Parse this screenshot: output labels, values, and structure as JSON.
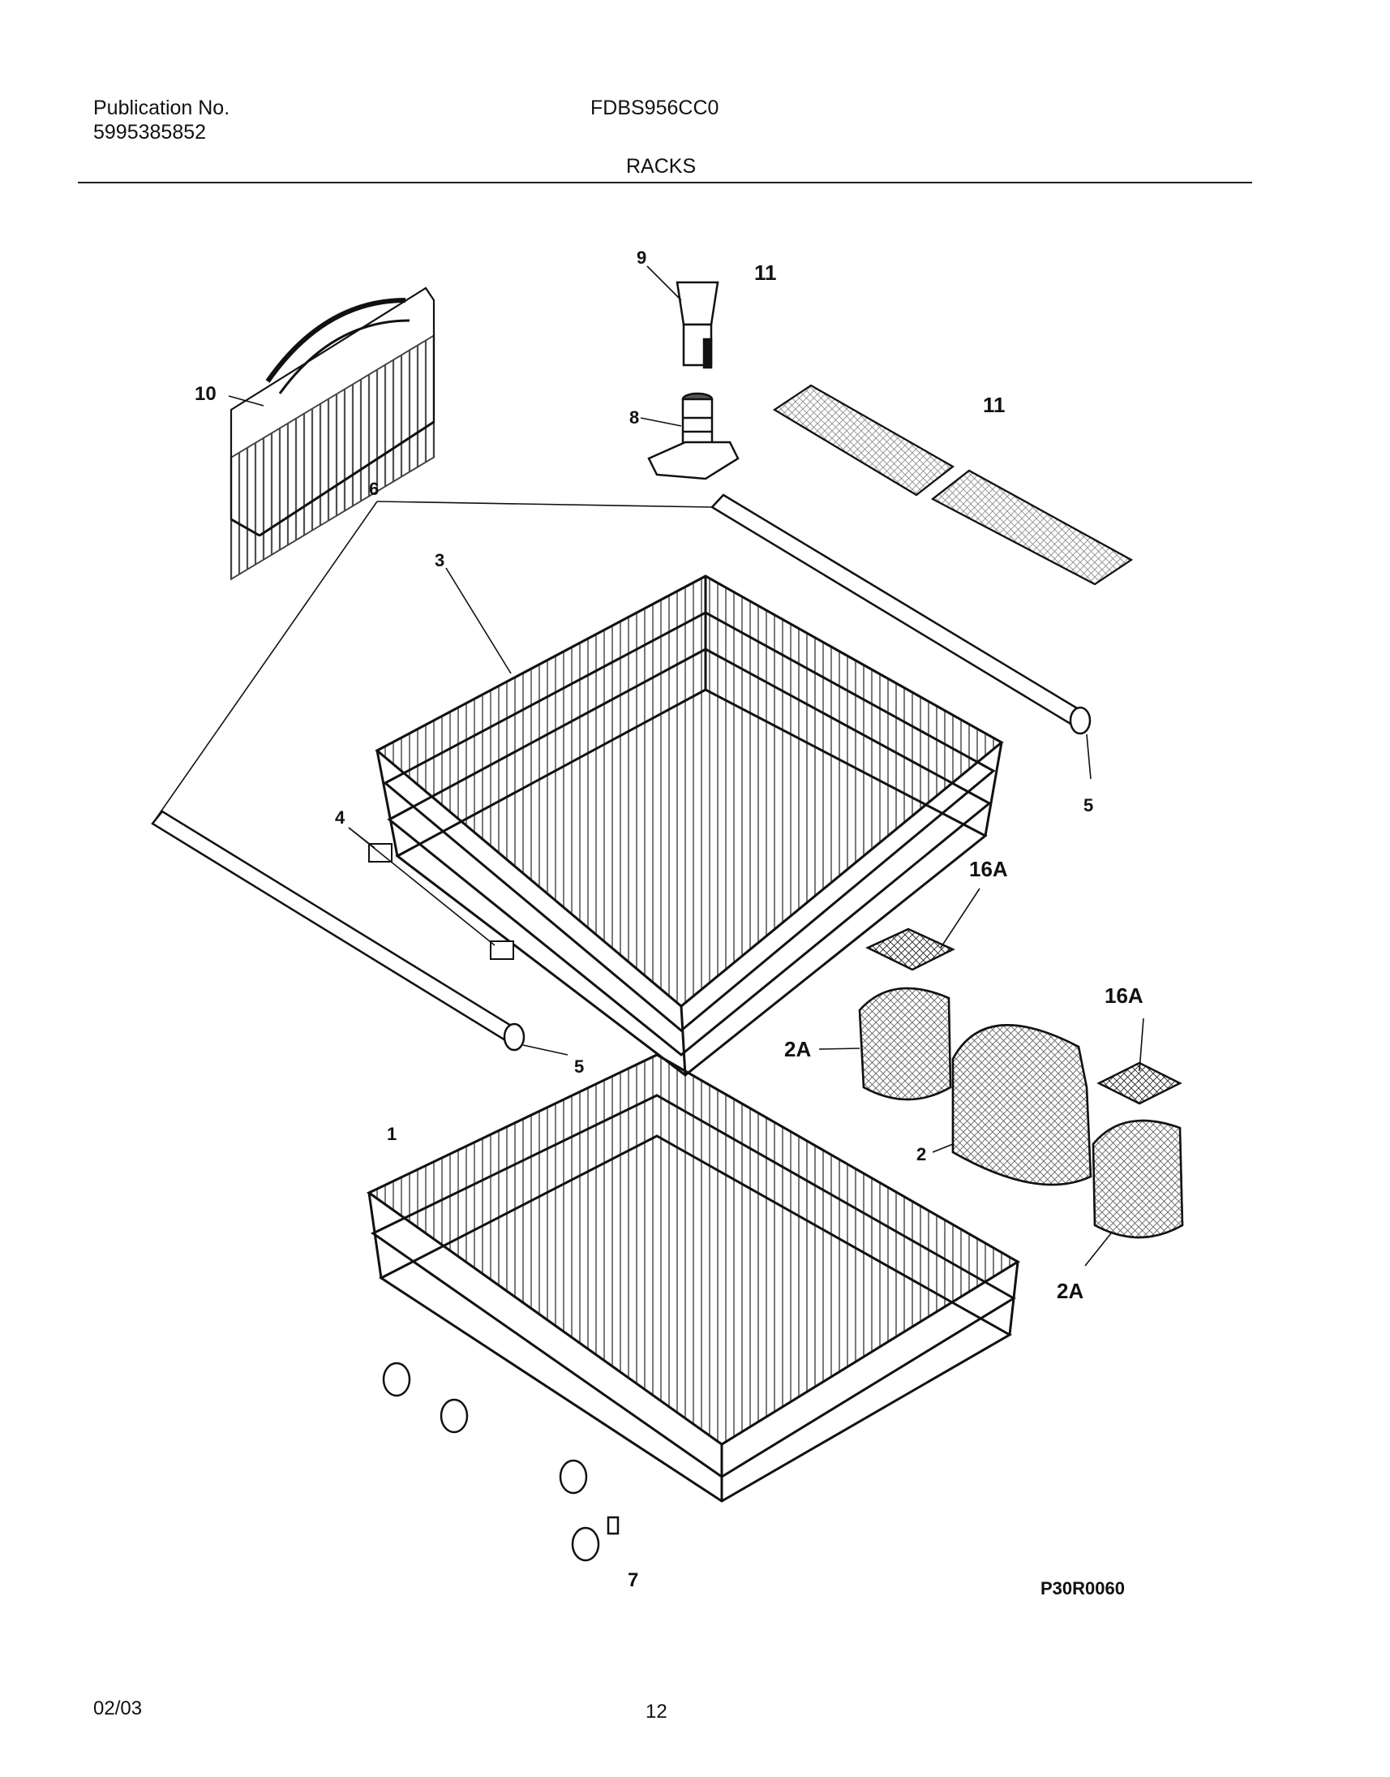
{
  "header": {
    "publication_label": "Publication No.",
    "publication_number": "5995385852",
    "model": "FDBS956CC0",
    "section_title": "RACKS"
  },
  "callouts": {
    "c1": "1",
    "c2": "2",
    "c2a_left": "2A",
    "c2a_right": "2A",
    "c3": "3",
    "c4": "4",
    "c5_right": "5",
    "c5_left": "5",
    "c6": "6",
    "c7": "7",
    "c8": "8",
    "c9": "9",
    "c10": "10",
    "c11_top": "11",
    "c11_right": "11",
    "c16a_left": "16A",
    "c16a_right": "16A"
  },
  "diagram_code": "P30R0060",
  "footer": {
    "date": "02/03",
    "page_number": "12"
  },
  "colors": {
    "ink": "#111111",
    "background": "#ffffff"
  }
}
